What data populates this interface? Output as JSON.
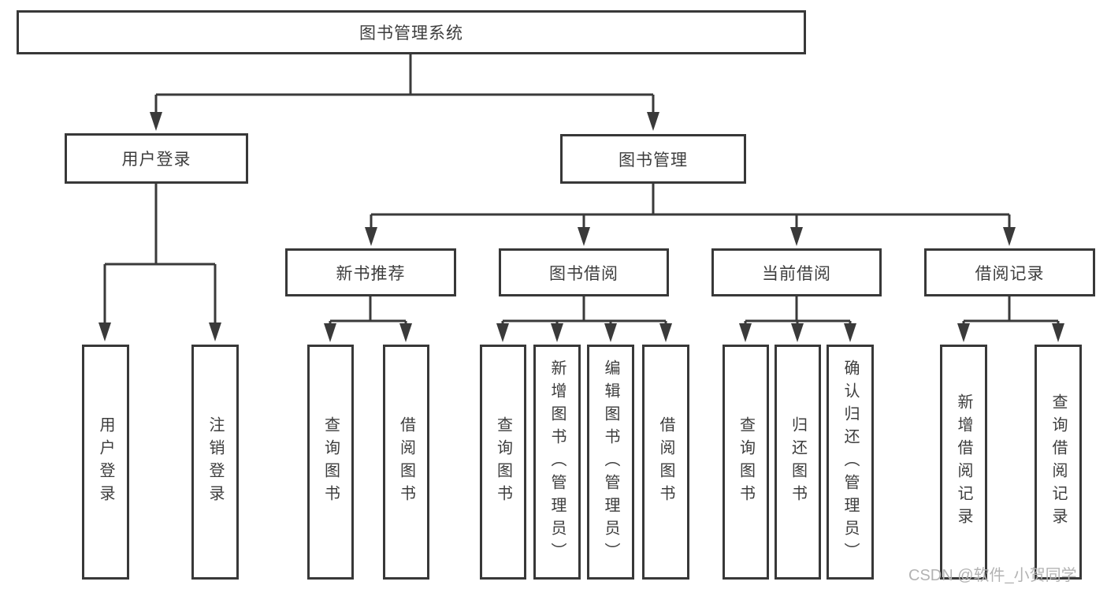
{
  "diagram": {
    "type": "tree",
    "root": {
      "label": "图书管理系统",
      "children": [
        {
          "label": "用户登录",
          "children": [
            {
              "label": "用户登录"
            },
            {
              "label": "注销登录"
            }
          ]
        },
        {
          "label": "图书管理",
          "children": [
            {
              "label": "新书推荐",
              "children": [
                {
                  "label": "查询图书"
                },
                {
                  "label": "借阅图书"
                }
              ]
            },
            {
              "label": "图书借阅",
              "children": [
                {
                  "label": "查询图书"
                },
                {
                  "label": "新增图书（管理员）"
                },
                {
                  "label": "编辑图书（管理员）"
                },
                {
                  "label": "借阅图书"
                }
              ]
            },
            {
              "label": "当前借阅",
              "children": [
                {
                  "label": "查询图书"
                },
                {
                  "label": "归还图书"
                },
                {
                  "label": "确认归还（管理员）"
                }
              ]
            },
            {
              "label": "借阅记录",
              "children": [
                {
                  "label": "新增借阅记录"
                },
                {
                  "label": "查询借阅记录"
                }
              ]
            }
          ]
        }
      ]
    },
    "watermark": "CSDN @软件_小贺同学",
    "colors": {
      "line": "#3a3a3a",
      "border": "#383838",
      "text": "#3d3d3d",
      "background": "#ffffff",
      "watermark": "#b3b3b3"
    }
  }
}
